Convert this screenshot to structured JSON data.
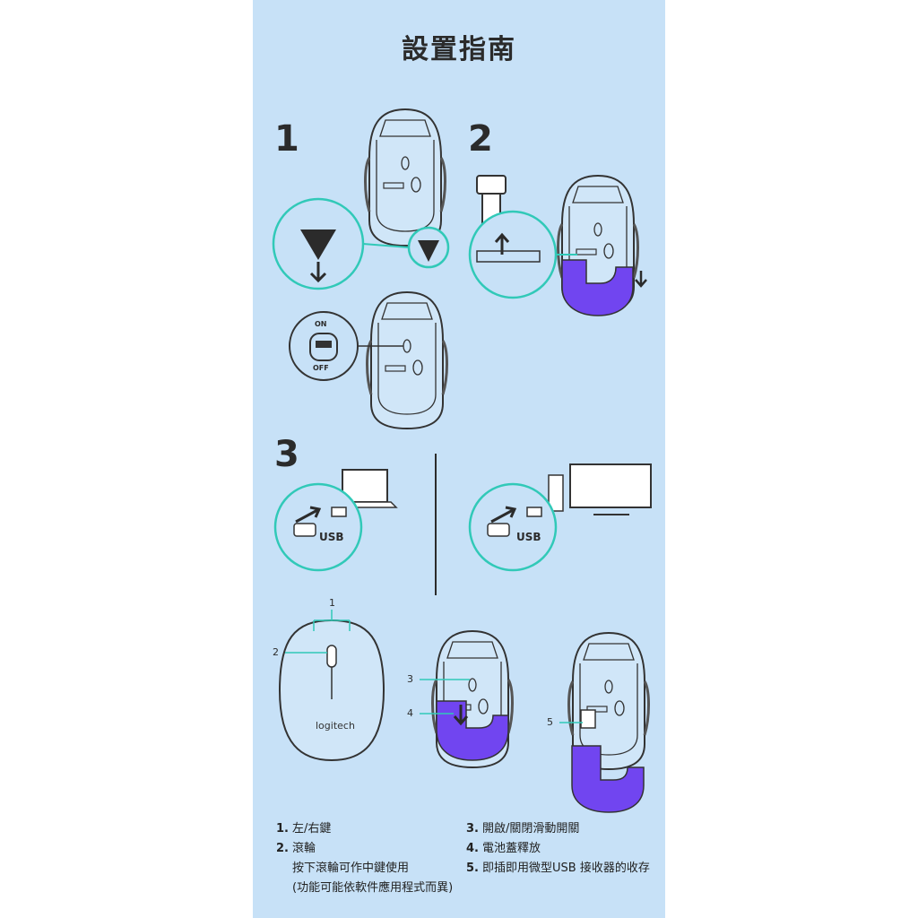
{
  "title": "設置指南",
  "steps": {
    "s1": "1",
    "s2": "2",
    "s3": "3"
  },
  "switch": {
    "on": "ON",
    "off": "OFF"
  },
  "usb_label": "USB",
  "logo": "logitech",
  "callouts": {
    "c1": "1",
    "c2": "2",
    "c3": "3",
    "c4": "4",
    "c5": "5"
  },
  "legend": {
    "left": [
      {
        "num": "1.",
        "text": "左/右鍵"
      },
      {
        "num": "2.",
        "text": "滾輪"
      }
    ],
    "left_sub": [
      "按下滾輪可作中鍵使用",
      "(功能可能依軟件應用程式而異)"
    ],
    "right": [
      {
        "num": "3.",
        "text": "開啟/關閉滑動開關"
      },
      {
        "num": "4.",
        "text": "電池蓋釋放"
      },
      {
        "num": "5.",
        "text": "即插即用微型USB 接收器的收存"
      }
    ]
  },
  "colors": {
    "panel": "#c7e1f7",
    "accent": "#31c9b8",
    "battery_cover": "#7145f0",
    "ink": "#2b2b2b"
  }
}
